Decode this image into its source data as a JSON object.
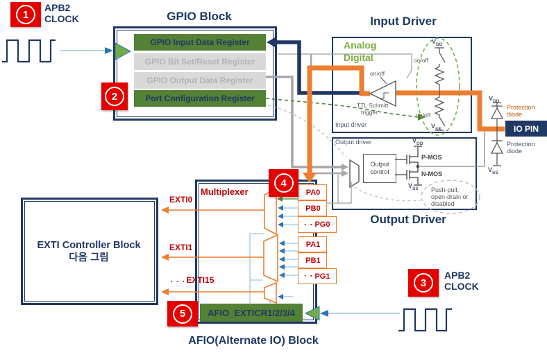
{
  "markers": {
    "m1": "1",
    "m2": "2",
    "m3": "3",
    "m4": "4",
    "m5": "5"
  },
  "clock_top": {
    "line1": "APB2",
    "line2": "CLOCK"
  },
  "clock_bottom": {
    "line1": "APB2",
    "line2": "CLOCK"
  },
  "gpio_block": {
    "title": "GPIO Block",
    "registers": [
      "GPIO Input Data Register",
      "GPIO Bit Set/Reset Register",
      "GPIO Output Data Register",
      "Port Configuration Register"
    ]
  },
  "input_driver": {
    "title": "Input Driver",
    "label": "Input driver",
    "analog": "Analog",
    "digital": "Digital",
    "on_off": "on/off",
    "ttl_line1": "TTL Schmitt",
    "ttl_line2": "trigger"
  },
  "output_driver": {
    "title": "Output Driver",
    "label": "Output driver",
    "control_line1": "Output",
    "control_line2": "control",
    "pmos": "P-MOS",
    "nmos": "N-MOS",
    "note_line1": "Push-pull,",
    "note_line2": "open-drain or",
    "note_line3": "disabled"
  },
  "io_pin": {
    "label": "IO PIN",
    "protection": "Protection",
    "diode": "diode"
  },
  "power": {
    "v": "V",
    "dd": "DD",
    "ss": "SS"
  },
  "exti_block": {
    "line1": "EXTI Controller Block",
    "line2": "다음 그림"
  },
  "afio_block": {
    "title": "AFIO(Alternate IO) Block",
    "mux_label": "Multiplexer",
    "exticr": "AFIO_EXTICR1/2/3/4",
    "ports": [
      {
        "dots": "",
        "label": "PA0"
      },
      {
        "dots": "",
        "label": "PB0"
      },
      {
        "dots": "▪ ▪",
        "label": "PG0"
      },
      {
        "dots": "",
        "label": "PA1"
      },
      {
        "dots": "",
        "label": "PB1"
      },
      {
        "dots": "▪ ▪",
        "label": "PG1"
      }
    ],
    "exti": [
      {
        "dots": "",
        "label": "EXTI0"
      },
      {
        "dots": "",
        "label": "EXTI1"
      },
      {
        "dots": "▪ ▪ ▪",
        "label": "EXTI15"
      }
    ]
  },
  "colors": {
    "navy": "#1F3864",
    "green_bar": "#538135",
    "orange": "#ED7D31",
    "red_marker": "#E50000",
    "dark_red": "#C00000",
    "accent_green": "#70AD47",
    "light_blue": "#9DC3E6"
  }
}
